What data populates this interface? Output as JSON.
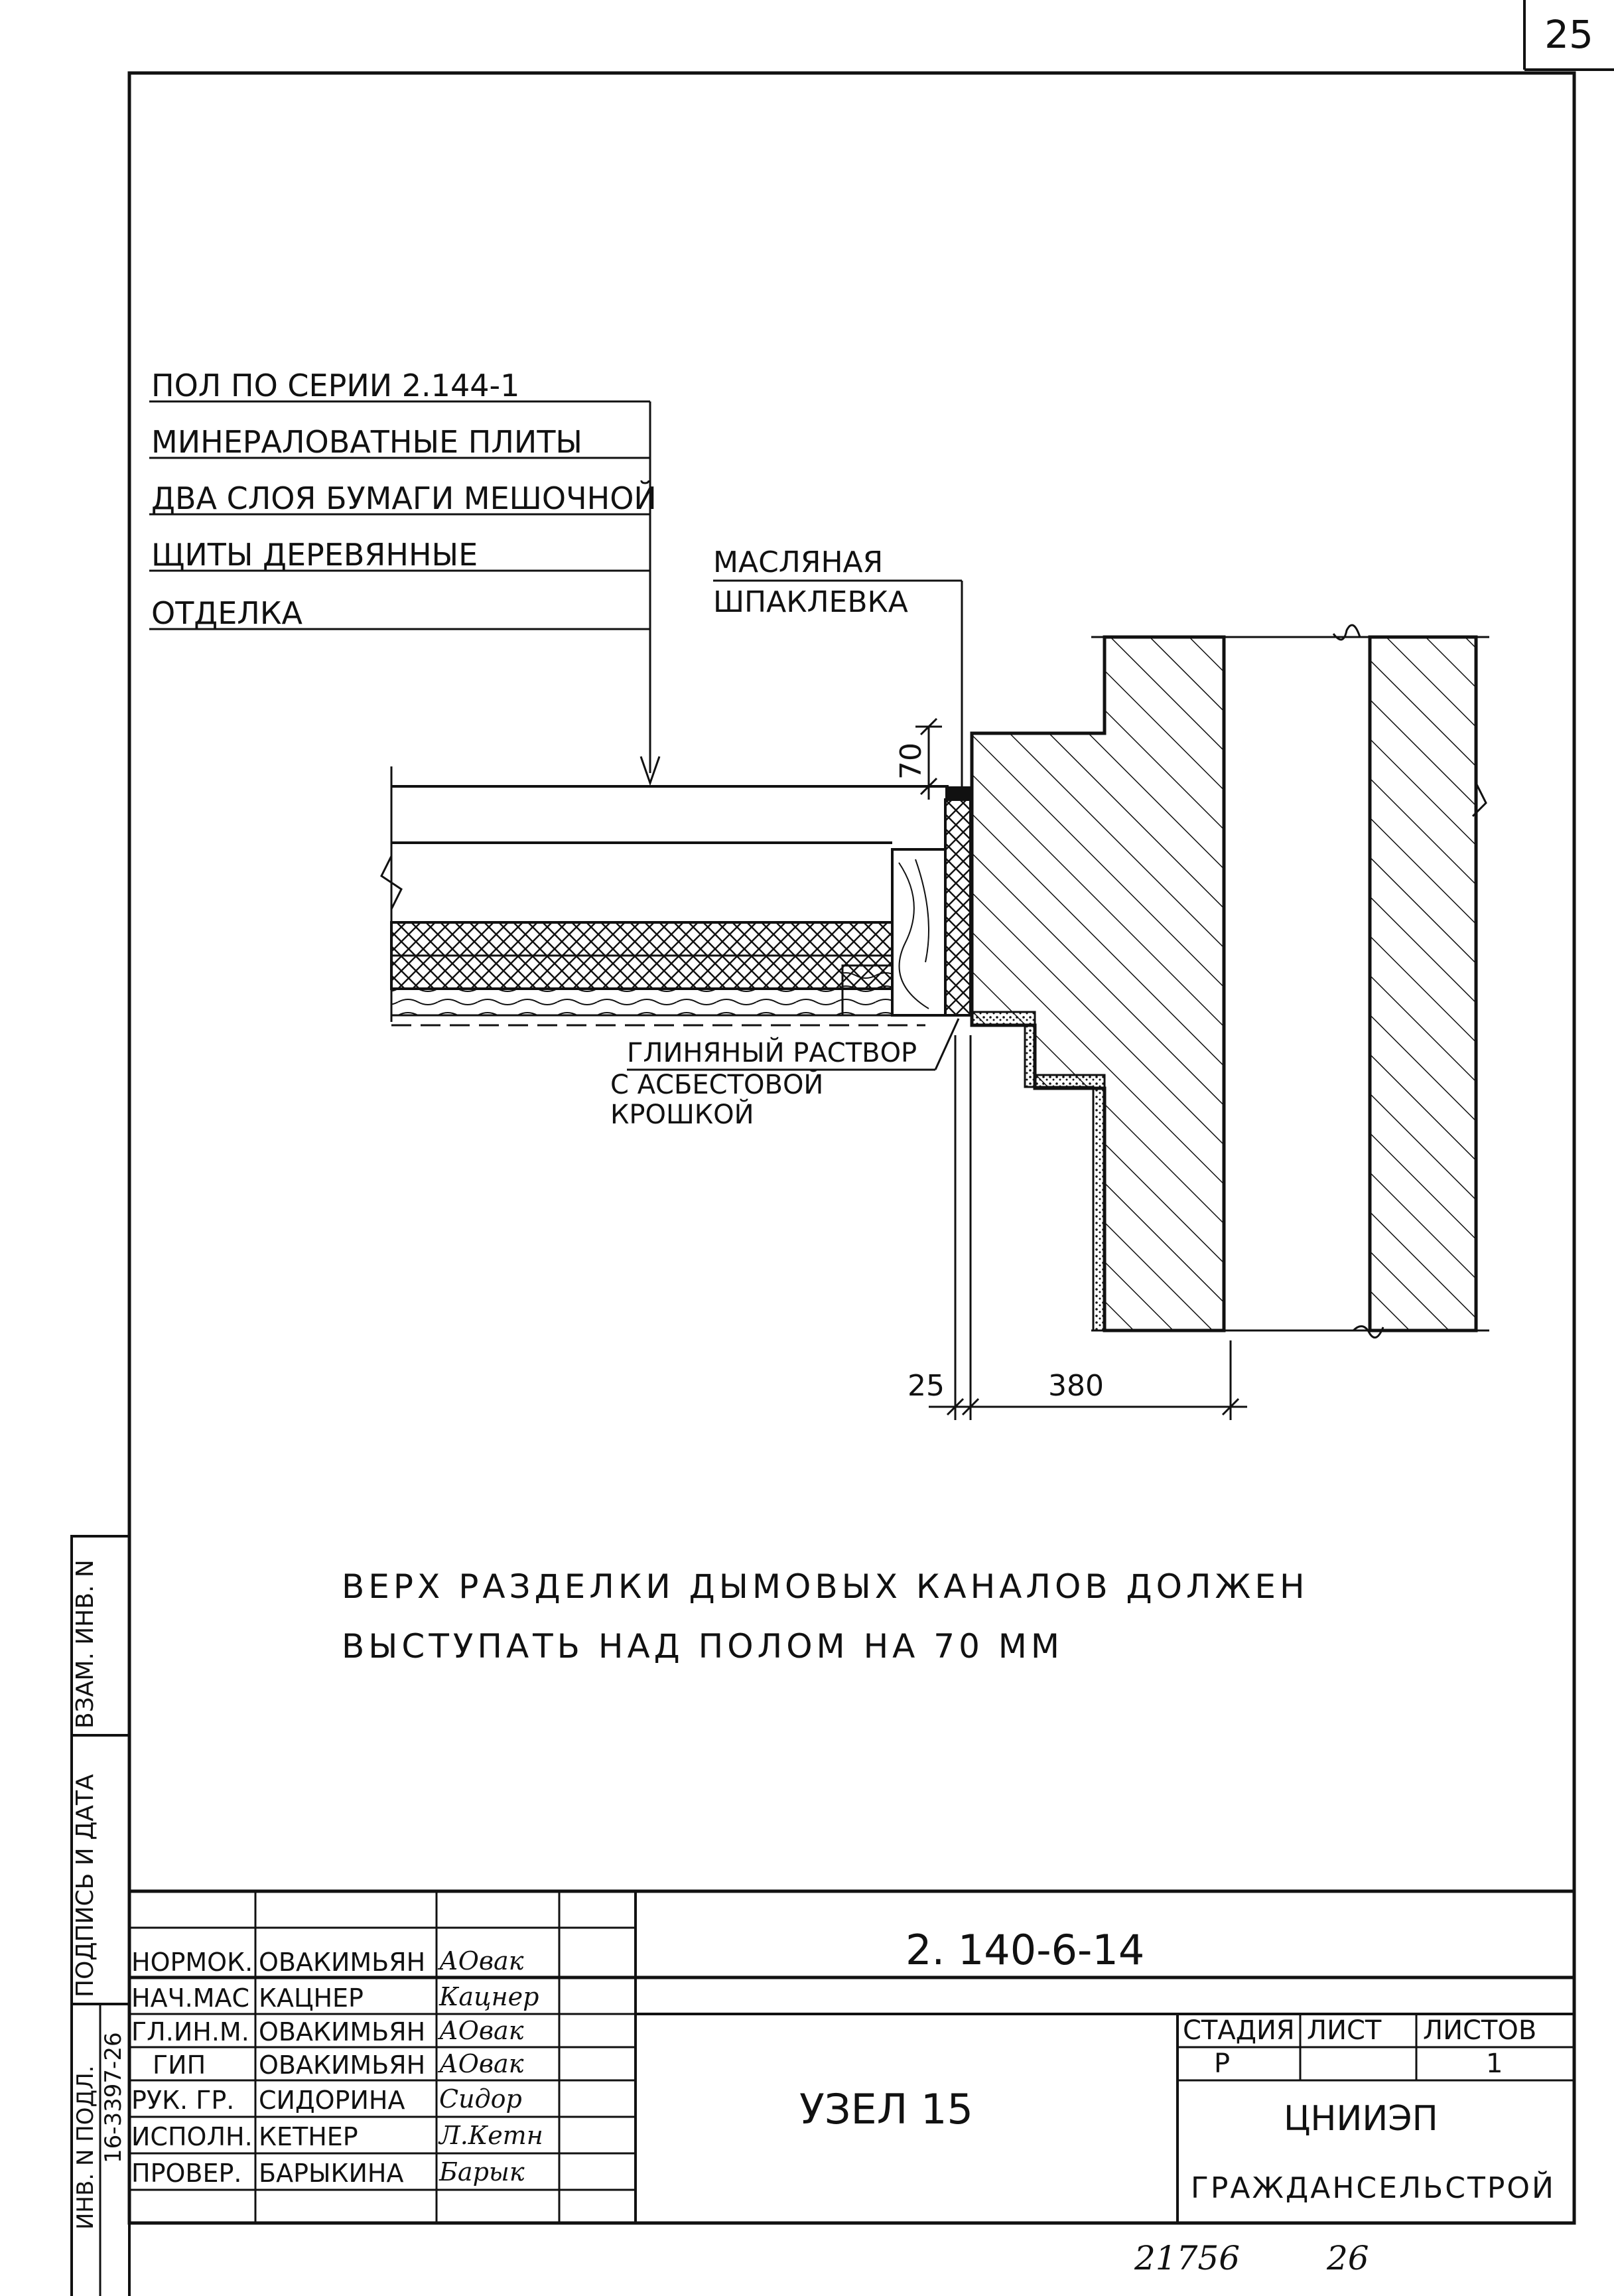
{
  "sheet": {
    "page_number": "25",
    "footer_number_left": "21756",
    "footer_number_right": "26"
  },
  "layer_callout": {
    "lines": [
      "ПОЛ ПО СЕРИИ 2.144-1",
      "МИНЕРАЛОВАТНЫЕ ПЛИТЫ",
      "ДВА СЛОЯ БУМАГИ МЕШОЧНОЙ",
      "ЩИТЫ ДЕРЕВЯННЫЕ",
      "ОТДЕЛКА"
    ]
  },
  "putty_callout": {
    "line1": "МАСЛЯНАЯ",
    "line2": "ШПАКЛЕВКА"
  },
  "mortar_callout": {
    "line1": "ГЛИНЯНЫЙ РАСТВОР",
    "line2": "С АСБЕСТОВОЙ",
    "line3": "КРОШКОЙ"
  },
  "dimensions": {
    "top": "70",
    "left": "25",
    "width": "380"
  },
  "note": {
    "line1": "ВЕРХ РАЗДЕЛКИ ДЫМОВЫХ КАНАЛОВ ДОЛЖЕН",
    "line2": "ВЫСТУПАТЬ НАД ПОЛОМ НА 70 ММ"
  },
  "side_stamp": {
    "inv_orig": "ИНВ. N ПОДЛ.",
    "sign_date": "ПОДПИСЬ И ДАТА",
    "inv_replace": "ВЗАМ. ИНВ. N",
    "inv_number": "16-3397-26"
  },
  "title_block": {
    "document_code": "2. 140-6-14",
    "sheet_title": "УЗЕЛ 15",
    "stage_header": "СТАДИЯ",
    "sheet_header": "ЛИСТ",
    "sheets_header": "ЛИСТОВ",
    "stage_value": "Р",
    "sheet_value": "",
    "sheets_value": "1",
    "organization_line1": "ЦНИИЭП",
    "organization_line2": "ГРАЖДАНСЕЛЬСТРОЙ",
    "staff": [
      {
        "role": "НОРМОК.",
        "name": "ОВАКИМЬЯН",
        "signature": "АОвак"
      },
      {
        "role": "НАЧ.МАС",
        "name": "КАЦНЕР",
        "signature": "Кацнер"
      },
      {
        "role": "ГЛ.ИН.М.",
        "name": "ОВАКИМЬЯН",
        "signature": "АОвак"
      },
      {
        "role": "ГИП",
        "name": "ОВАКИМЬЯН",
        "signature": "АОвак"
      },
      {
        "role": "РУК. ГР.",
        "name": "СИДОРИНА",
        "signature": "Сидор"
      },
      {
        "role": "ИСПОЛН.",
        "name": "КЕТНЕР",
        "signature": "Л.Кетн"
      },
      {
        "role": "ПРОВЕР.",
        "name": "БАРЫКИНА",
        "signature": "Барык"
      }
    ]
  }
}
